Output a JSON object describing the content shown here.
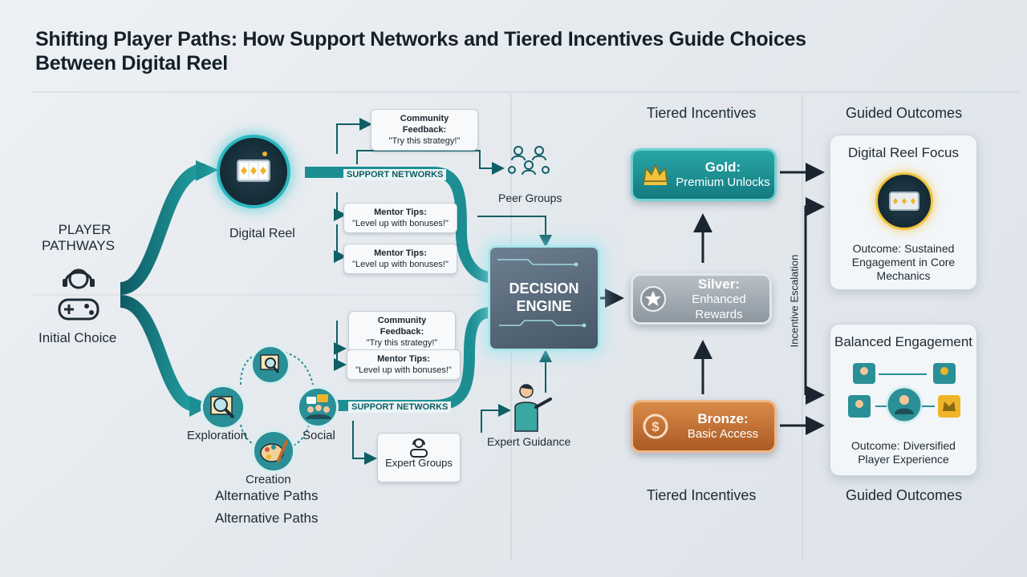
{
  "title": {
    "line1": "Shifting Player Paths: How Support Networks and Tiered Incentives Guide Choices",
    "line2": "Between Digital Reel"
  },
  "player": {
    "label_line1": "PLAYER",
    "label_line2": "PATHWAYS",
    "initial_choice": "Initial Choice"
  },
  "digital_reel": {
    "label": "Digital Reel"
  },
  "alternative": {
    "exploration": "Exploration",
    "social": "Social",
    "creation": "Creation",
    "label1": "Alternative Paths",
    "label2": "Alternative Paths"
  },
  "support_networks": {
    "top_label": "SUPPORT NETWORKS",
    "bottom_label": "SUPPORT NETWORKS",
    "community_top": {
      "title": "Community Feedback:",
      "quote": "\"Try this strategy!\""
    },
    "mentor_top_1": {
      "title": "Mentor Tips:",
      "quote": "\"Level up with bonuses!\""
    },
    "mentor_top_2": {
      "title": "Mentor Tips:",
      "quote": "\"Level up with bonuses!\""
    },
    "community_bottom": {
      "title": "Community Feedback:",
      "quote": "\"Try this strategy!\""
    },
    "mentor_bottom": {
      "title": "Mentor Tips:",
      "quote": "\"Level up with bonuses!\""
    },
    "peer_groups": "Peer Groups",
    "expert_groups": "Expert Groups",
    "expert_guidance": "Expert Guidance"
  },
  "decision_engine": {
    "line1": "DECISION",
    "line2": "ENGINE"
  },
  "tiers": {
    "header_top": "Tiered Incentives",
    "header_bottom": "Tiered Incentives",
    "gold": {
      "title": "Gold:",
      "subtitle": "Premium Unlocks"
    },
    "silver": {
      "title": "Silver:",
      "subtitle": "Enhanced Rewards"
    },
    "bronze": {
      "title": "Bronze:",
      "subtitle": "Basic Access"
    },
    "escalation": "Incentive Escalation"
  },
  "outcomes": {
    "header_top": "Guided Outcomes",
    "header_bottom": "Guided Outcomes",
    "focus": {
      "title": "Digital Reel Focus",
      "outcome": "Outcome: Sustained Engagement in Core Mechanics"
    },
    "balanced": {
      "title": "Balanced Engagement",
      "outcome": "Outcome: Diversified Player Experience"
    }
  },
  "colors": {
    "teal_dark": "#0f5f67",
    "teal": "#1d8f93",
    "gold_tier": "#17888c",
    "silver_tier": "#9aa3ab",
    "bronze_tier": "#c06a2c",
    "arrow": "#1a2530"
  }
}
